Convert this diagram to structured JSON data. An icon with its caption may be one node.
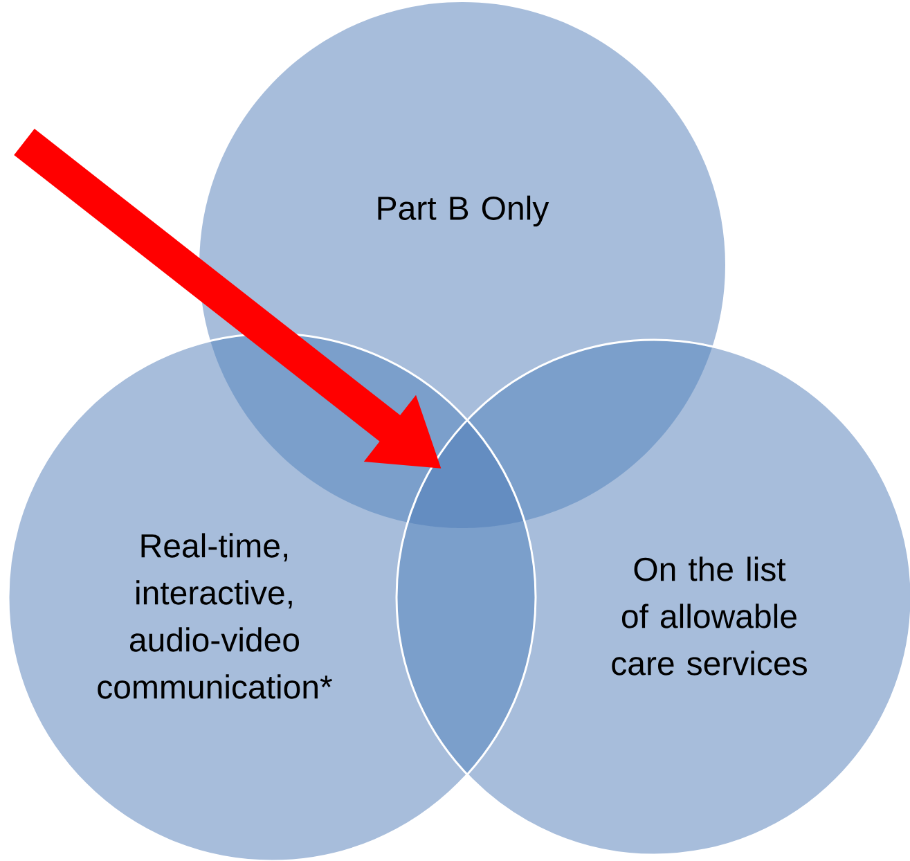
{
  "diagram": {
    "nodes": [
      {
        "text": [
          "Part B Only"
        ]
      },
      {
        "text": [
          "Real-time, interactive, audio-video communication*"
        ]
      },
      {
        "text": [
          "On the list of allowable care services"
        ]
      },
      {
        "text": [],
        "shape": "lens"
      }
    ],
    "edges": [
      {
        "from": null,
        "to": 3,
        "arrow": "to",
        "color": "#ff0000"
      }
    ]
  }
}
